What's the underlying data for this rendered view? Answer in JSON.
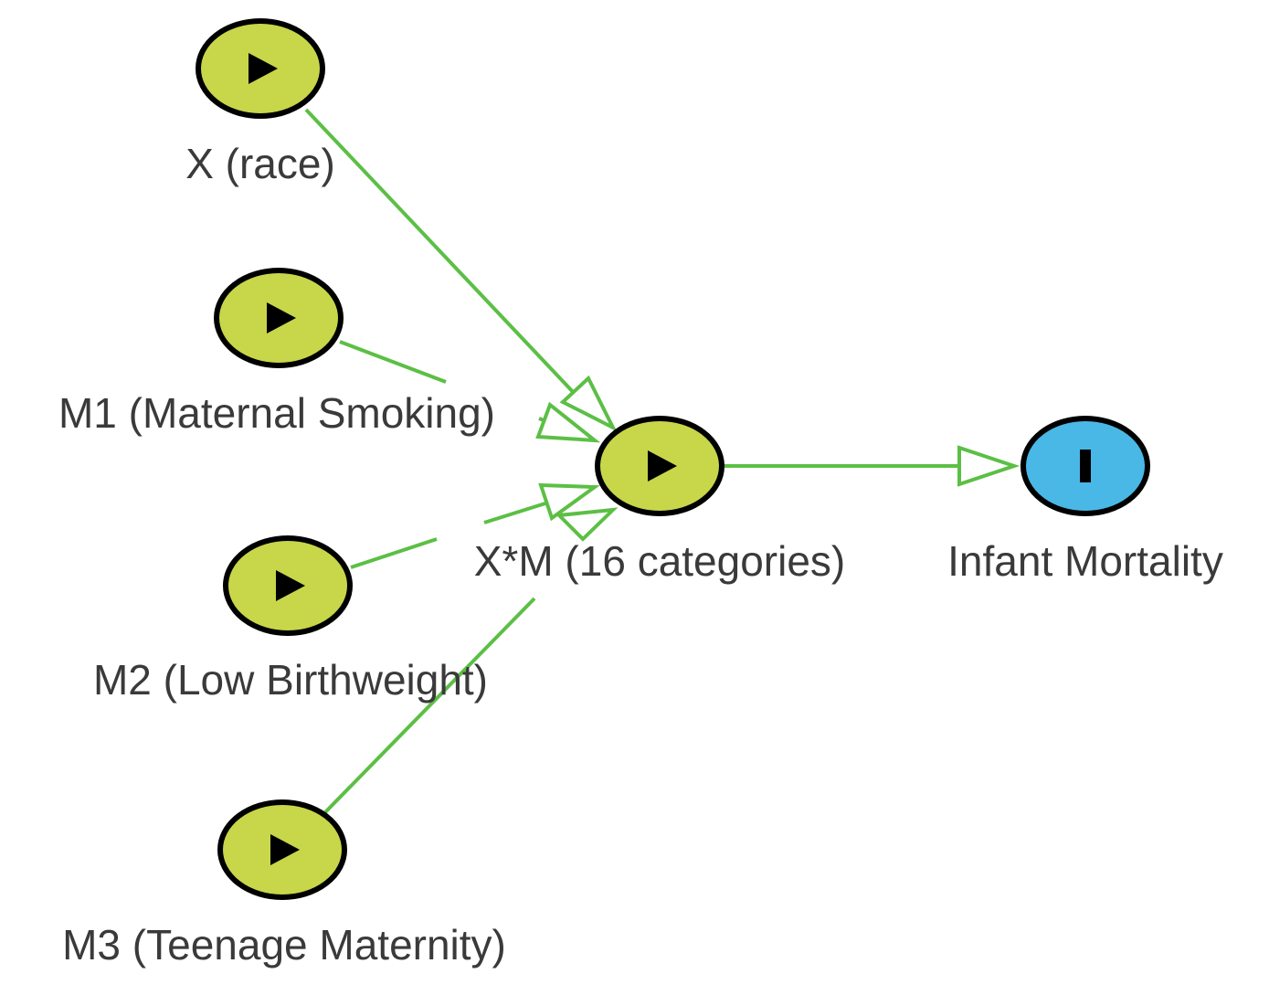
{
  "diagram": {
    "nodes": {
      "x_race": {
        "label": "X (race)",
        "type": "exposure",
        "icon": "play-triangle-icon"
      },
      "m1": {
        "label": "M1 (Maternal Smoking)",
        "type": "exposure",
        "icon": "play-triangle-icon"
      },
      "m2": {
        "label": "M2 (Low Birthweight)",
        "type": "exposure",
        "icon": "play-triangle-icon"
      },
      "m3": {
        "label": "M3 (Teenage Maternity)",
        "type": "exposure",
        "icon": "play-triangle-icon"
      },
      "xm": {
        "label": "X*M (16 categories)",
        "type": "exposure",
        "icon": "play-triangle-icon"
      },
      "outcome": {
        "label": "Infant Mortality",
        "type": "outcome",
        "icon": "bar-i-icon"
      }
    },
    "edges": [
      {
        "from": "x_race",
        "to": "xm"
      },
      {
        "from": "m1",
        "to": "xm"
      },
      {
        "from": "m2",
        "to": "xm"
      },
      {
        "from": "m3",
        "to": "xm"
      },
      {
        "from": "xm",
        "to": "outcome"
      }
    ],
    "colors": {
      "exposure_fill": "#c8d64a",
      "outcome_fill": "#4ab8e6",
      "edge": "#5cbf45",
      "node_stroke": "#000000",
      "label_text": "#3a3a3a"
    }
  }
}
